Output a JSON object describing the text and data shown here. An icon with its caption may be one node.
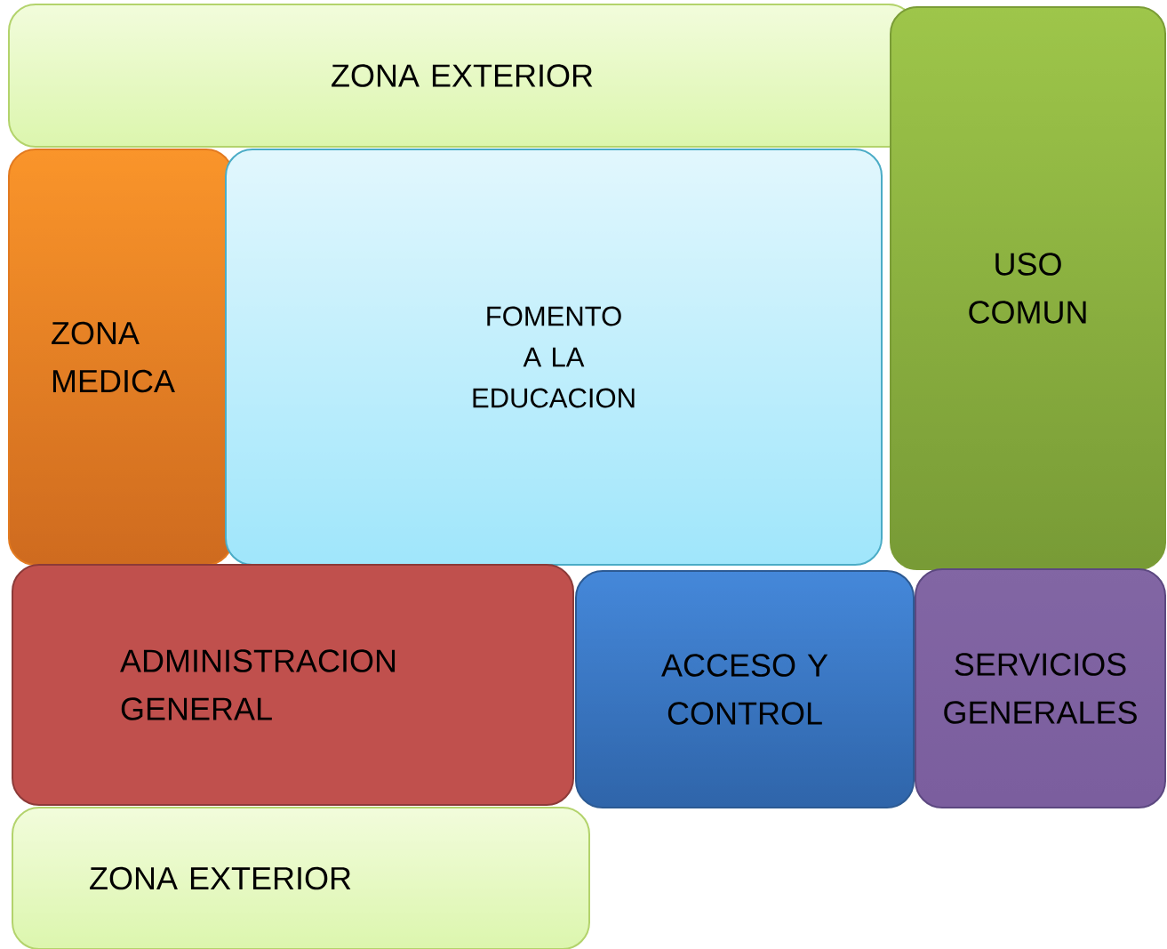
{
  "diagram": {
    "nodes": [
      {
        "text": [
          "ZONA EXTERIOR"
        ]
      },
      {
        "text": [
          "ZONA MEDICA"
        ]
      },
      {
        "text": [
          "FOMENTO A LA EDUCACION"
        ]
      },
      {
        "text": [
          "USO COMUN"
        ]
      },
      {
        "text": [
          "ADMINISTRACION GENERAL"
        ]
      },
      {
        "text": [
          "ACCESO Y CONTROL"
        ]
      },
      {
        "text": [
          "SERVICIOS GENERALES"
        ]
      },
      {
        "text": [
          "ZONA EXTERIOR"
        ]
      }
    ]
  }
}
